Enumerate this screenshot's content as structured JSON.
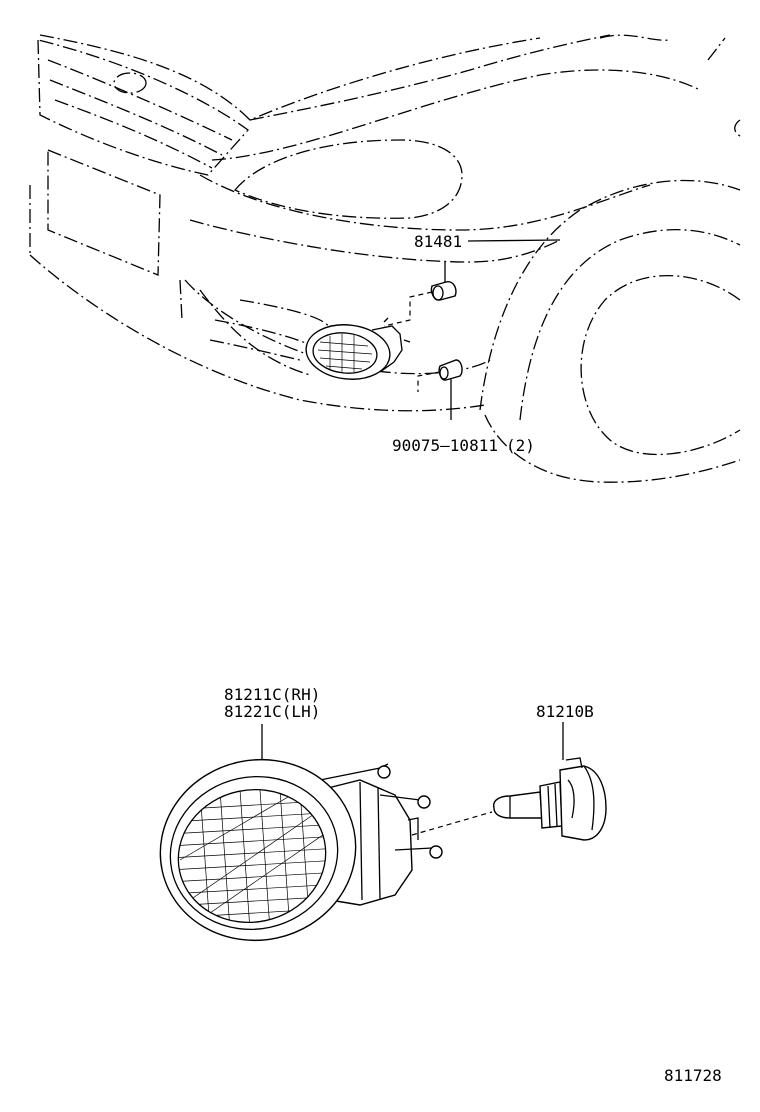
{
  "diagram": {
    "parts": {
      "clamp": {
        "label": "81481"
      },
      "bolt": {
        "label_number": "90075–10811",
        "label_qty": "(2)"
      },
      "fog_lamp_assy": {
        "label_rh": "81211C(RH)",
        "label_lh": "81221C(LH)"
      },
      "bulb": {
        "label": "81210B"
      }
    },
    "illustration_number": "811728"
  }
}
